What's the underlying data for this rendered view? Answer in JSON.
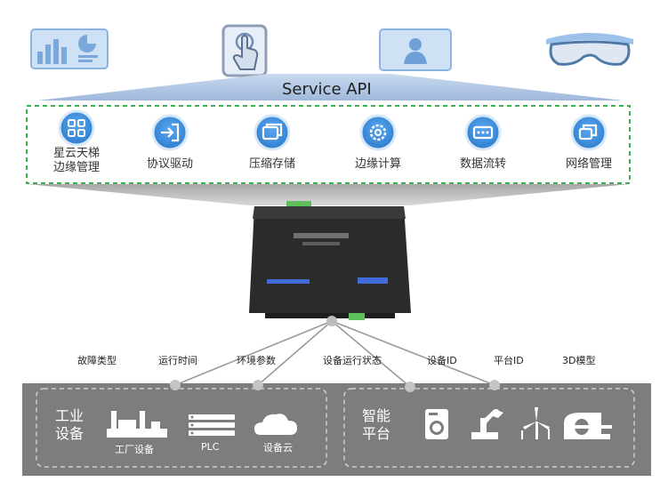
{
  "header": {
    "api_label": "Service API"
  },
  "clients": [
    {
      "icon": "dashboard-monitor-icon"
    },
    {
      "icon": "tablet-touch-icon"
    },
    {
      "icon": "video-call-monitor-icon"
    },
    {
      "icon": "vr-headset-icon"
    }
  ],
  "modules": [
    {
      "label": "星云天梯\n边缘管理",
      "icon": "grid-apps-icon"
    },
    {
      "label": "协议驱动",
      "icon": "login-arrow-icon"
    },
    {
      "label": "压缩存储",
      "icon": "stack-icon"
    },
    {
      "label": "边缘计算",
      "icon": "gear-icon"
    },
    {
      "label": "数据流转",
      "icon": "data-bar-icon"
    },
    {
      "label": "网络管理",
      "icon": "windows-icon"
    }
  ],
  "metrics": [
    "故障类型",
    "运行时间",
    "环境参数",
    "设备运行状态",
    "设备ID",
    "平台ID",
    "3D模型"
  ],
  "bottom": {
    "left_group": {
      "title": "工业\n设备",
      "items": [
        {
          "label": "工厂设备",
          "icon": "factory-icon"
        },
        {
          "label": "PLC",
          "icon": "plc-rack-icon"
        },
        {
          "label": "设备云",
          "icon": "cloud-icon"
        }
      ]
    },
    "right_group": {
      "title": "智能\n平台",
      "items": [
        {
          "icon": "washing-machine-icon"
        },
        {
          "icon": "robot-arm-icon"
        },
        {
          "icon": "wind-turbine-icon"
        },
        {
          "icon": "mri-scanner-icon"
        }
      ]
    }
  },
  "colors": {
    "accent_blue": "#4a90d9",
    "icon_circle": "#3f8fde",
    "dashed_green": "#3db04e",
    "bottom_panel": "#7d7d7d",
    "device_body": "#2b2b2b"
  }
}
